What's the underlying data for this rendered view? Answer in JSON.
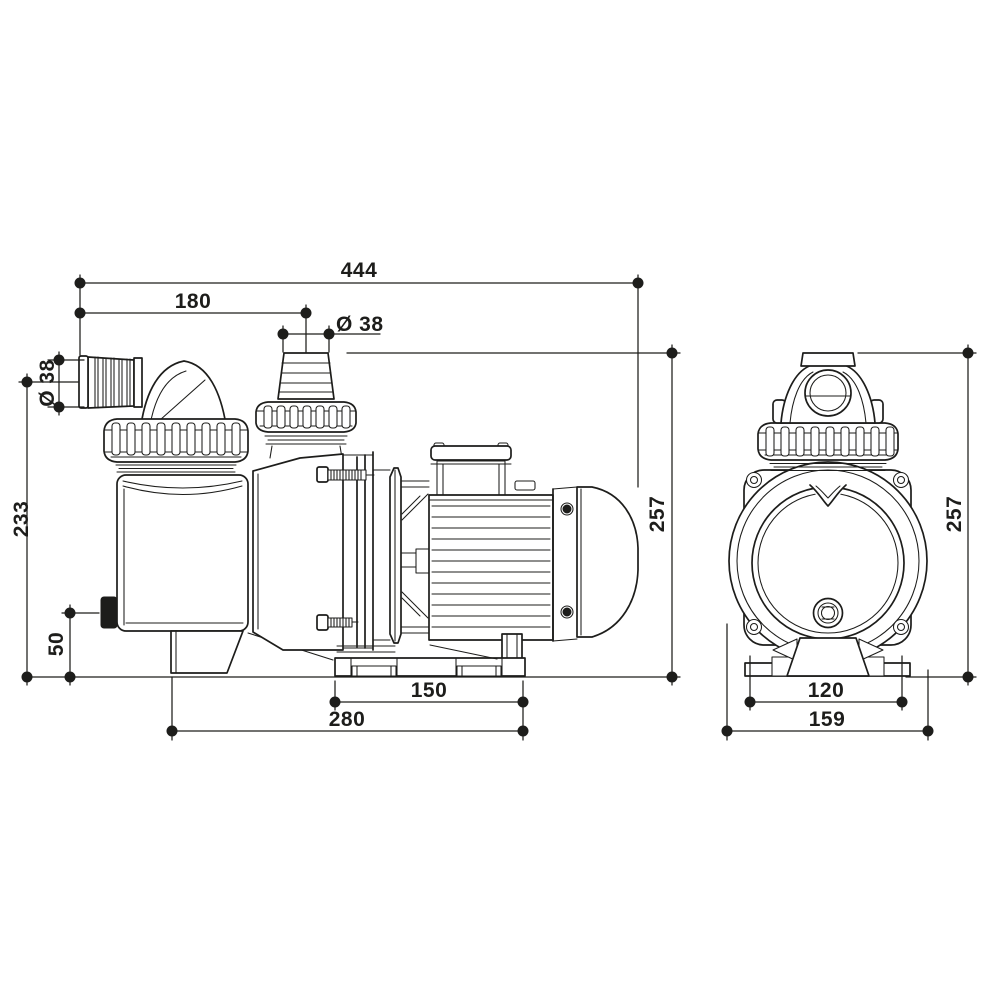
{
  "dimensions": {
    "overall_length": "444",
    "inlet_to_outlet_offset": "180",
    "outlet_diameter": "Ø 38",
    "inlet_diameter": "Ø 38",
    "inlet_centerline_height": "233",
    "drain_plug_height": "50",
    "motor_foot_spacing": "150",
    "base_length": "280",
    "overall_height_side": "257",
    "overall_height_front": "257",
    "front_foot_spacing": "120",
    "overall_width": "159"
  },
  "colors": {
    "line": "#1d1d1b",
    "background": "#ffffff"
  }
}
